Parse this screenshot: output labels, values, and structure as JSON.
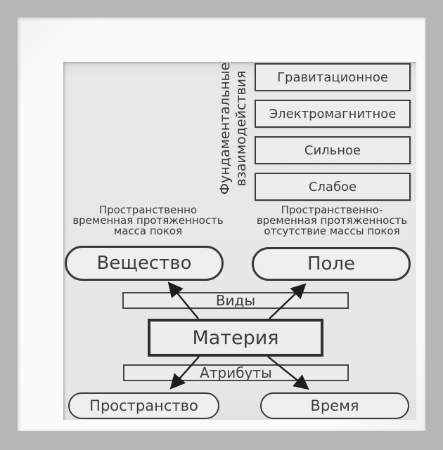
{
  "diagram": {
    "fundamental_label": {
      "line1": "Фундаментальные",
      "line2": "взаимодействия"
    },
    "interactions": [
      "Гравитационное",
      "Электромагнитное",
      "Сильное",
      "Слабое"
    ],
    "substance_note": [
      "Пространственно",
      "временная протяженность",
      "масса покоя"
    ],
    "field_note": [
      "Пространственно-",
      "временная протяженность",
      "отсутствие массы покоя"
    ],
    "substance_label": "Вещество",
    "field_label": "Поле",
    "kinds_label": "Виды",
    "matter_label": "Материя",
    "attributes_label": "Атрибуты",
    "space_label": "Пространство",
    "time_label": "Время"
  },
  "colors": {
    "outer_border": "#b6b6b6",
    "mat": "#fafafa",
    "panel": "#e7e7e7",
    "box_fill": "#ededed",
    "line": "#3a3a3a",
    "text": "#3d3d3d"
  }
}
